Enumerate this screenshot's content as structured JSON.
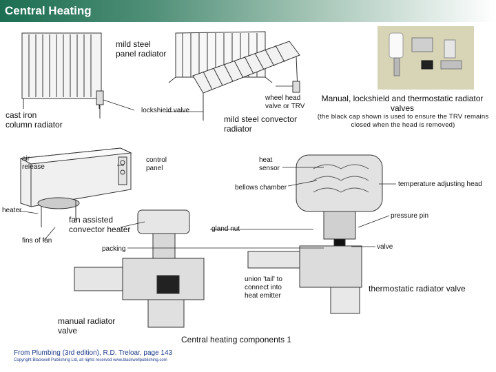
{
  "header": {
    "title": "Central Heating"
  },
  "labels": {
    "mild_steel_panel": "mild steel\npanel radiator",
    "cast_iron": "cast iron\ncolumn radiator",
    "lockshield_valve": "lockshield valve",
    "wheel_head": "wheel head\nvalve or TRV",
    "mild_steel_convector": "mild steel convector\nradiator",
    "valves_title": "Manual, lockshield and thermostatic radiator\nvalves",
    "valves_note": "(the black cap shown is used to ensure the TRV remains\nclosed when the head is removed)",
    "air_release": "air\nrelease",
    "control_panel": "control\npanel",
    "heater": "heater",
    "fan_assisted": "fan assisted\nconvector heater",
    "fins_of_fan": "fins of fan",
    "heat_sensor": "heat\nsensor",
    "bellows_chamber": "bellows chamber",
    "temperature_head": "temperature adjusting head",
    "pressure_pin": "pressure pin",
    "gland_nut": "gland nut",
    "packing": "packing",
    "valve": "valve",
    "union_tail": "union 'tail' to\nconnect into\nheat emitter",
    "thermostatic_valve": "thermostatic radiator valve",
    "manual_valve": "manual radiator\nvalve",
    "components_title": "Central heating components 1"
  },
  "footer": {
    "source": "From Plumbing (3rd edition), R.D. Treloar, page 143",
    "copyright": "Copyright Blackwell Publishing Ltd, all rights reserved  www.blackwellpublishing.com"
  }
}
